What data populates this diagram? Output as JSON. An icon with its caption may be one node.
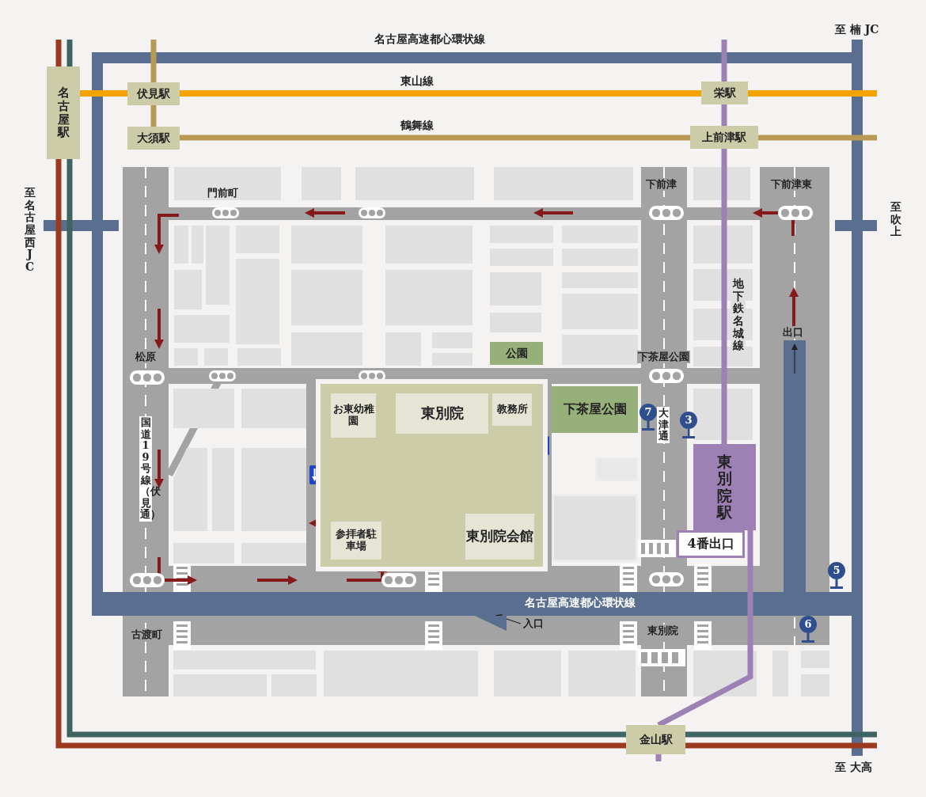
{
  "diagram": {
    "nodes": [
      {
        "text": [
          "名古屋駅"
        ]
      },
      {
        "text": [
          "伏見駅"
        ]
      },
      {
        "text": [
          "大須駅"
        ]
      },
      {
        "text": [
          "栄駅"
        ]
      },
      {
        "text": [
          "上前津駅"
        ]
      },
      {
        "text": [
          "公園"
        ]
      },
      {
        "text": [],
        "shape": "box"
      },
      {
        "text": [
          "お東幼稚園"
        ],
        "in": 6
      },
      {
        "text": [
          "東別院"
        ],
        "in": 6
      },
      {
        "text": [
          "教務所"
        ],
        "in": 6
      },
      {
        "text": [
          "参拝者駐車場"
        ],
        "in": 6
      },
      {
        "text": [
          "東別院会館"
        ],
        "in": 6
      },
      {
        "text": [
          "下茶屋公園"
        ]
      },
      {
        "text": [],
        "shape": "box"
      },
      {
        "text": [],
        "shape": "box"
      },
      {
        "text": [
          "東別院駅"
        ]
      },
      {
        "text": [
          "4番出口"
        ]
      },
      {
        "text": [
          "7"
        ]
      },
      {
        "text": [
          "3"
        ]
      },
      {
        "text": [
          "5"
        ]
      },
      {
        "text": [
          "6"
        ]
      },
      {
        "text": [
          "金山駅"
        ]
      },
      {
        "text": [
          "入口"
        ]
      },
      {
        "text": [],
        "shape": "triangle"
      }
    ],
    "edges": [
      {
        "from": 0,
        "to": 1,
        "arrow": "none",
        "color": "#f5a300"
      },
      {
        "from": 1,
        "to": 3,
        "arrow": "none",
        "color": "#f5a300",
        "label": "東山線"
      },
      {
        "from": 1,
        "to": 2,
        "arrow": "none",
        "color": "#b99a55"
      },
      {
        "from": 2,
        "to": 4,
        "arrow": "none",
        "color": "#b99a55",
        "label": "鶴舞線"
      },
      {
        "from": 3,
        "to": 4,
        "arrow": "none",
        "color": "#9d80b4"
      },
      {
        "from": 4,
        "to": 15,
        "arrow": "none",
        "color": "#9d80b4",
        "label": "地下鉄名城線"
      },
      {
        "from": 15,
        "to": 21,
        "arrow": "none",
        "color": "#9d80b4"
      },
      {
        "from": 0,
        "to": 21,
        "arrow": "none",
        "color": "#3e6461"
      },
      {
        "from": 0,
        "to": 21,
        "arrow": "none",
        "color": "#9a3a1e"
      },
      {
        "from": 22,
        "to": 23,
        "arrow": "to",
        "color": "#222222"
      }
    ],
    "labels": [
      "名古屋高速都心環状線",
      "至 楠 JC",
      "至名古屋西JC",
      "至吹上",
      "門前町",
      "下前津",
      "下前津東",
      "松原",
      "出口",
      "下茶屋公園",
      "国道19号線（伏見通）",
      "大津通",
      "名古屋高速都心環状線",
      "古渡町",
      "東別院",
      "至 大高"
    ]
  }
}
